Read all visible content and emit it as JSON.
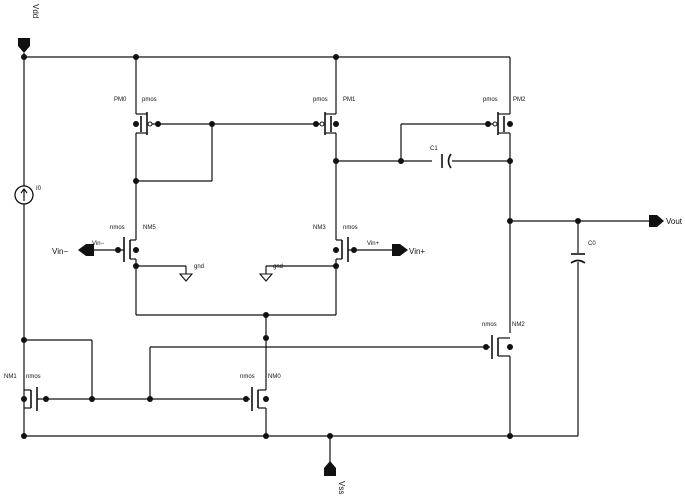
{
  "schematic": {
    "supply_pins": {
      "top": "Vdd",
      "bottom": "Vss"
    },
    "inputs": {
      "minus_pin": "Vin−",
      "minus_net": "Vin−",
      "plus_net": "Vin+",
      "plus_pin": "Vin+"
    },
    "output": {
      "pin": "Vout"
    },
    "transistors": {
      "pm0": {
        "name": "PM0",
        "model": "pmos"
      },
      "pm1": {
        "name": "PM1",
        "model": "pmos"
      },
      "pm2": {
        "name": "PM2",
        "model": "pmos"
      },
      "nm5": {
        "name": "NM5",
        "model": "nmos"
      },
      "nm3": {
        "name": "NM3",
        "model": "nmos"
      },
      "nm1": {
        "name": "NM1",
        "model": "nmos"
      },
      "nm0": {
        "name": "NM0",
        "model": "nmos"
      },
      "nm2": {
        "name": "NM2",
        "model": "nmos"
      }
    },
    "current_source": {
      "name": "I0"
    },
    "compensation_cap": {
      "name": "C1"
    },
    "load_cap": {
      "name": "C0"
    },
    "grounds": {
      "left": "gnd",
      "right": "gnd"
    }
  }
}
